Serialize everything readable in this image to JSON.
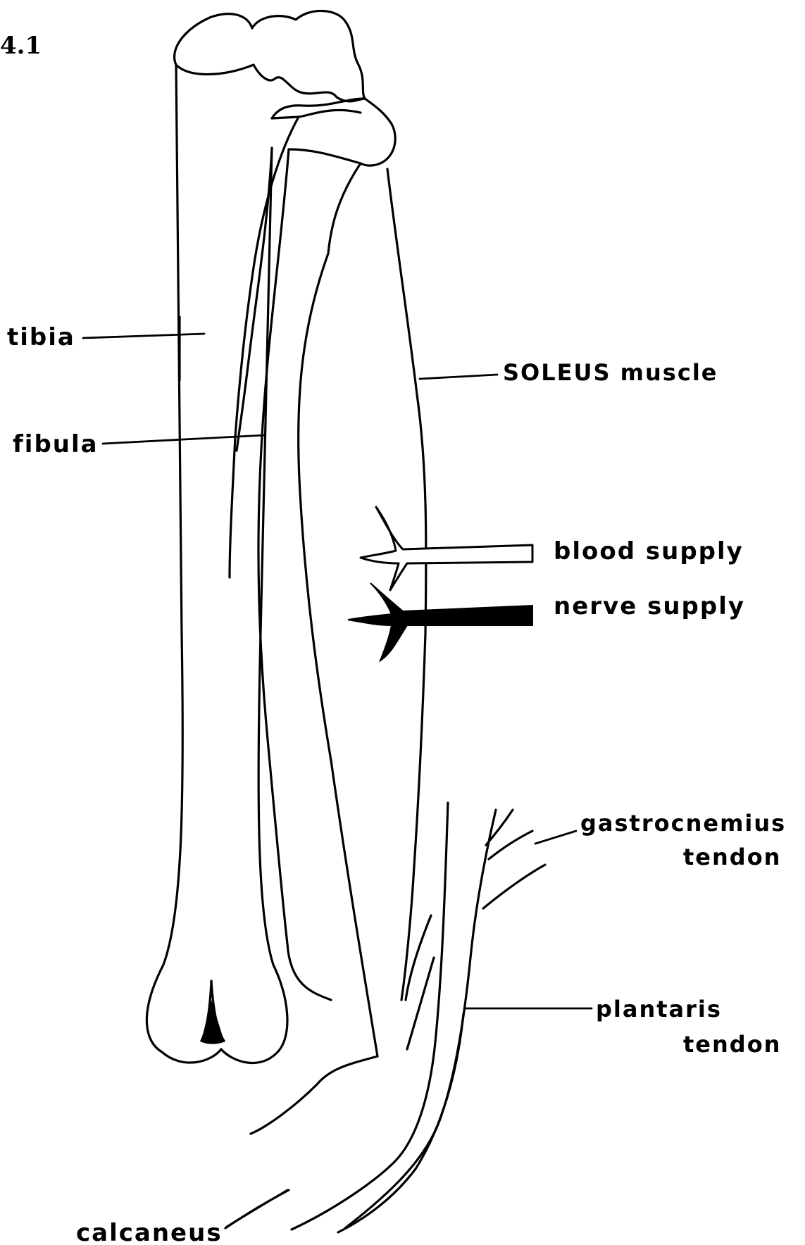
{
  "figure": {
    "number": "4.1"
  },
  "labels": {
    "tibia": "tibia",
    "fibula": "fibula",
    "soleus": "SOLEUS muscle",
    "blood_supply": "blood supply",
    "nerve_supply": "nerve supply",
    "gastrocnemius_line1": "gastrocnemius",
    "gastrocnemius_line2": "tendon",
    "plantaris_line1": "plantaris",
    "plantaris_line2": "tendon",
    "calcaneus": "calcaneus"
  },
  "colors": {
    "ink": "#000000",
    "background": "#ffffff"
  }
}
